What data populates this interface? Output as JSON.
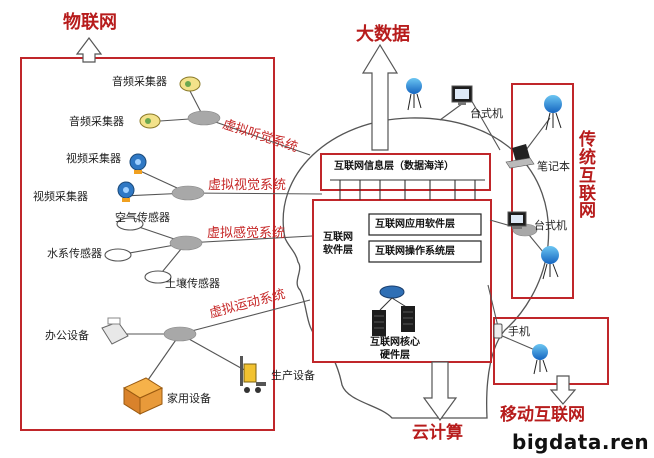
{
  "titles": {
    "iot": "物联网",
    "bigdata": "大数据",
    "traditional_internet": "传统互联网",
    "cloud": "云计算",
    "mobile_internet": "移动互联网"
  },
  "devices": {
    "audio1": "音频采集器",
    "audio2": "音频采集器",
    "video1": "视频采集器",
    "video2": "视频采集器",
    "air": "空气传感器",
    "water": "水系传感器",
    "soil": "土壤传感器",
    "office": "办公设备",
    "home": "家用设备",
    "production": "生产设备",
    "desktop1": "台式机",
    "laptop": "笔记本",
    "desktop2": "台式机",
    "phone": "手机"
  },
  "virtual": {
    "hearing": "虚拟听觉系统",
    "vision": "虚拟视觉系统",
    "sense": "虚拟感觉系统",
    "motion": "虚拟运动系统"
  },
  "layers": {
    "info": "互联网信息层（数据海洋）",
    "software": "互联网\n软件层",
    "app": "互联网应用软件层",
    "os": "互联网操作系统层",
    "hardware": "互联网核心\n硬件层"
  },
  "footer": "bigdata.ren",
  "colors": {
    "red": "#c62828",
    "box": "#c0262a",
    "node": "#a8a8a8",
    "person": "#1e88c8"
  }
}
